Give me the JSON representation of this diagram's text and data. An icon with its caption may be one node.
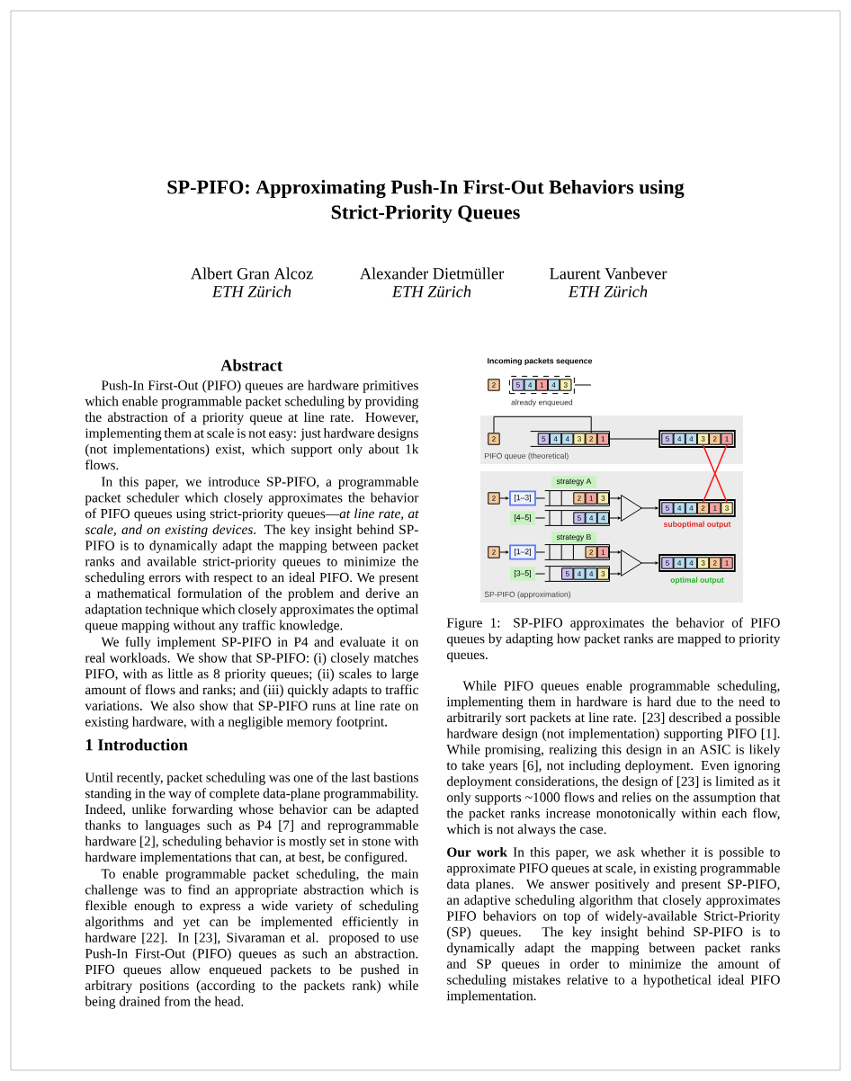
{
  "diagram": {
    "title": "SP-PIFO: Approximating Push-In First-Out Behaviors using Strict-Priority Queues",
    "caption": "Figure 1: SP-PIFO approximates the behavior of PIFO queues by adapting how packet ranks are mapped to priority queues.",
    "nodes": [
      {
        "text": [
          "2"
        ]
      },
      {
        "text": [],
        "shape": "box",
        "beside": [
          "already enqueued"
        ]
      },
      {
        "text": [
          "5"
        ],
        "in": 1
      },
      {
        "text": [
          "4"
        ],
        "in": 1
      },
      {
        "text": [
          "1"
        ],
        "in": 1
      },
      {
        "text": [
          "4"
        ],
        "in": 1
      },
      {
        "text": [
          "3"
        ],
        "in": 1
      },
      {
        "text": [
          "PIFO queue (theoretical)"
        ]
      },
      {
        "text": [
          "2"
        ],
        "in": 7
      },
      {
        "text": [],
        "shape": "queue",
        "in": 7
      },
      {
        "text": [
          "5"
        ],
        "in": 9
      },
      {
        "text": [
          "4"
        ],
        "in": 9
      },
      {
        "text": [
          "4"
        ],
        "in": 9
      },
      {
        "text": [
          "3"
        ],
        "in": 9
      },
      {
        "text": [
          "2"
        ],
        "in": 9
      },
      {
        "text": [
          "1"
        ],
        "in": 9
      },
      {
        "text": [],
        "shape": "box",
        "in": 7
      },
      {
        "text": [
          "5"
        ],
        "in": 16
      },
      {
        "text": [
          "4"
        ],
        "in": 16
      },
      {
        "text": [
          "4"
        ],
        "in": 16
      },
      {
        "text": [
          "3"
        ],
        "in": 16
      },
      {
        "text": [
          "2"
        ],
        "in": 16
      },
      {
        "text": [
          "1"
        ],
        "in": 16
      },
      {
        "text": [
          "SP-PIFO (approximation)"
        ]
      },
      {
        "text": [
          "strategy A"
        ],
        "in": 23
      },
      {
        "text": [
          "2"
        ],
        "in": 23
      },
      {
        "text": [
          "[1–3]"
        ],
        "in": 23
      },
      {
        "text": [
          "[4–5]"
        ],
        "in": 23
      },
      {
        "text": [],
        "shape": "queue",
        "in": 23
      },
      {
        "text": [
          "2"
        ],
        "in": 28
      },
      {
        "text": [
          "1"
        ],
        "in": 28
      },
      {
        "text": [
          "3"
        ],
        "in": 28
      },
      {
        "text": [],
        "shape": "queue",
        "in": 23
      },
      {
        "text": [
          "5"
        ],
        "in": 32
      },
      {
        "text": [
          "4"
        ],
        "in": 32
      },
      {
        "text": [
          "4"
        ],
        "in": 32
      },
      {
        "text": [],
        "shape": "triangle",
        "in": 23
      },
      {
        "text": [],
        "shape": "box",
        "in": 23,
        "beside": [
          "suboptimal output"
        ]
      },
      {
        "text": [
          "5"
        ],
        "in": 37
      },
      {
        "text": [
          "4"
        ],
        "in": 37
      },
      {
        "text": [
          "4"
        ],
        "in": 37
      },
      {
        "text": [
          "2"
        ],
        "in": 37
      },
      {
        "text": [
          "1"
        ],
        "in": 37
      },
      {
        "text": [
          "3"
        ],
        "in": 37
      },
      {
        "text": [
          "strategy B"
        ],
        "in": 23
      },
      {
        "text": [
          "2"
        ],
        "in": 23
      },
      {
        "text": [
          "[1–2]"
        ],
        "in": 23
      },
      {
        "text": [
          "[3–5]"
        ],
        "in": 23
      },
      {
        "text": [],
        "shape": "queue",
        "in": 23
      },
      {
        "text": [
          "2"
        ],
        "in": 48
      },
      {
        "text": [
          "1"
        ],
        "in": 48
      },
      {
        "text": [],
        "shape": "queue",
        "in": 23
      },
      {
        "text": [
          "5"
        ],
        "in": 51
      },
      {
        "text": [
          "4"
        ],
        "in": 51
      },
      {
        "text": [
          "4"
        ],
        "in": 51
      },
      {
        "text": [
          "3"
        ],
        "in": 51
      },
      {
        "text": [],
        "shape": "triangle",
        "in": 23
      },
      {
        "text": [],
        "shape": "box",
        "in": 23,
        "beside": [
          "optimal output"
        ]
      },
      {
        "text": [
          "5"
        ],
        "in": 57
      },
      {
        "text": [
          "4"
        ],
        "in": 57
      },
      {
        "text": [
          "4"
        ],
        "in": 57
      },
      {
        "text": [
          "3"
        ],
        "in": 57
      },
      {
        "text": [
          "2"
        ],
        "in": 57
      },
      {
        "text": [
          "1"
        ],
        "in": 57
      }
    ],
    "edges": [
      {
        "from": 1,
        "to": null,
        "arrow": "none"
      },
      {
        "from": 8,
        "to": 14,
        "arrow": "none"
      },
      {
        "from": 9,
        "to": 16,
        "arrow": "none"
      },
      {
        "from": 20,
        "to": 43,
        "arrow": "none",
        "color": "#ff1a1a"
      },
      {
        "from": 22,
        "to": 41,
        "arrow": "none",
        "color": "#ff1a1a"
      },
      {
        "from": 25,
        "to": 26,
        "arrow": "to"
      },
      {
        "from": 26,
        "to": 28,
        "arrow": "none"
      },
      {
        "from": 27,
        "to": 32,
        "arrow": "none"
      },
      {
        "from": 28,
        "to": 36,
        "arrow": "to"
      },
      {
        "from": 32,
        "to": 36,
        "arrow": "to"
      },
      {
        "from": 36,
        "to": 37,
        "arrow": "to"
      },
      {
        "from": 45,
        "to": 46,
        "arrow": "to"
      },
      {
        "from": 46,
        "to": 48,
        "arrow": "none"
      },
      {
        "from": 47,
        "to": 51,
        "arrow": "none"
      },
      {
        "from": 48,
        "to": 56,
        "arrow": "to"
      },
      {
        "from": 51,
        "to": 56,
        "arrow": "to"
      },
      {
        "from": 56,
        "to": 57,
        "arrow": "to"
      }
    ],
    "labels": [
      "Albert Gran Alcoz",
      "ETH Zürich",
      "Alexander Dietmüller",
      "ETH Zürich",
      "Laurent Vanbever",
      "ETH Zürich",
      "Abstract",
      "Push-In First-Out (PIFO) queues are hardware primitives which enable programmable packet scheduling by providing the abstraction of a priority queue at line rate. However, implementing them at scale is not easy: just hardware designs (not implementations) exist, which support only about 1k flows.",
      "In this paper, we introduce SP-PIFO, a programmable packet scheduler which closely approximates the behavior of PIFO queues using strict-priority queues—*at line rate, at scale, and on existing devices*. The key insight behind SP-PIFO is to dynamically adapt the mapping between packet ranks and available strict-priority queues to minimize the scheduling errors with respect to an ideal PIFO. We present a mathematical formulation of the problem and derive an adaptation technique which closely approximates the optimal queue mapping without any traffic knowledge.",
      "We fully implement SP-PIFO in P4 and evaluate it on real workloads. We show that SP-PIFO: (i) closely matches PIFO, with as little as 8 priority queues; (ii) scales to large amount of flows and ranks; and (iii) quickly adapts to traffic variations. We also show that SP-PIFO runs at line rate on existing hardware, with a negligible memory footprint.",
      "1 Introduction",
      "Until recently, packet scheduling was one of the last bastions standing in the way of complete data-plane programmability. Indeed, unlike forwarding whose behavior can be adapted thanks to languages such as P4 [7] and reprogrammable hardware [2], scheduling behavior is mostly set in stone with hardware implementations that can, at best, be configured.",
      "To enable programmable packet scheduling, the main challenge was to find an appropriate abstraction which is flexible enough to express a wide variety of scheduling algorithms and yet can be implemented efficiently in hardware [22]. In [23], Sivaraman et al. proposed to use Push-In First-Out (PIFO) queues as such an abstraction. PIFO queues allow enqueued packets to be pushed in arbitrary positions (according to the packets rank) while being drained from the head.",
      "Incoming packets sequence",
      "While PIFO queues enable programmable scheduling, implementing them in hardware is hard due to the need to arbitrarily sort packets at line rate. [23] described a possible hardware design (not implementation) supporting PIFO [1]. While promising, realizing this design in an ASIC is likely to take years [6], not including deployment. Even ignoring deployment considerations, the design of [23] is limited as it only supports ~1000 flows and relies on the assumption that the packet ranks increase monotonically within each flow, which is not always the case.",
      "**Our work** In this paper, we ask whether it is possible to approximate PIFO queues at scale, in existing programmable data planes. We answer positively and present SP-PIFO, an adaptive scheduling algorithm that closely approximates PIFO behaviors on top of widely-available Strict-Priority (SP) queues. The key insight behind SP-PIFO is to dynamically adapt the mapping between packet ranks and SP queues in order to minimize the amount of scheduling mistakes relative to a hypothetical ideal PIFO implementation."
    ]
  }
}
